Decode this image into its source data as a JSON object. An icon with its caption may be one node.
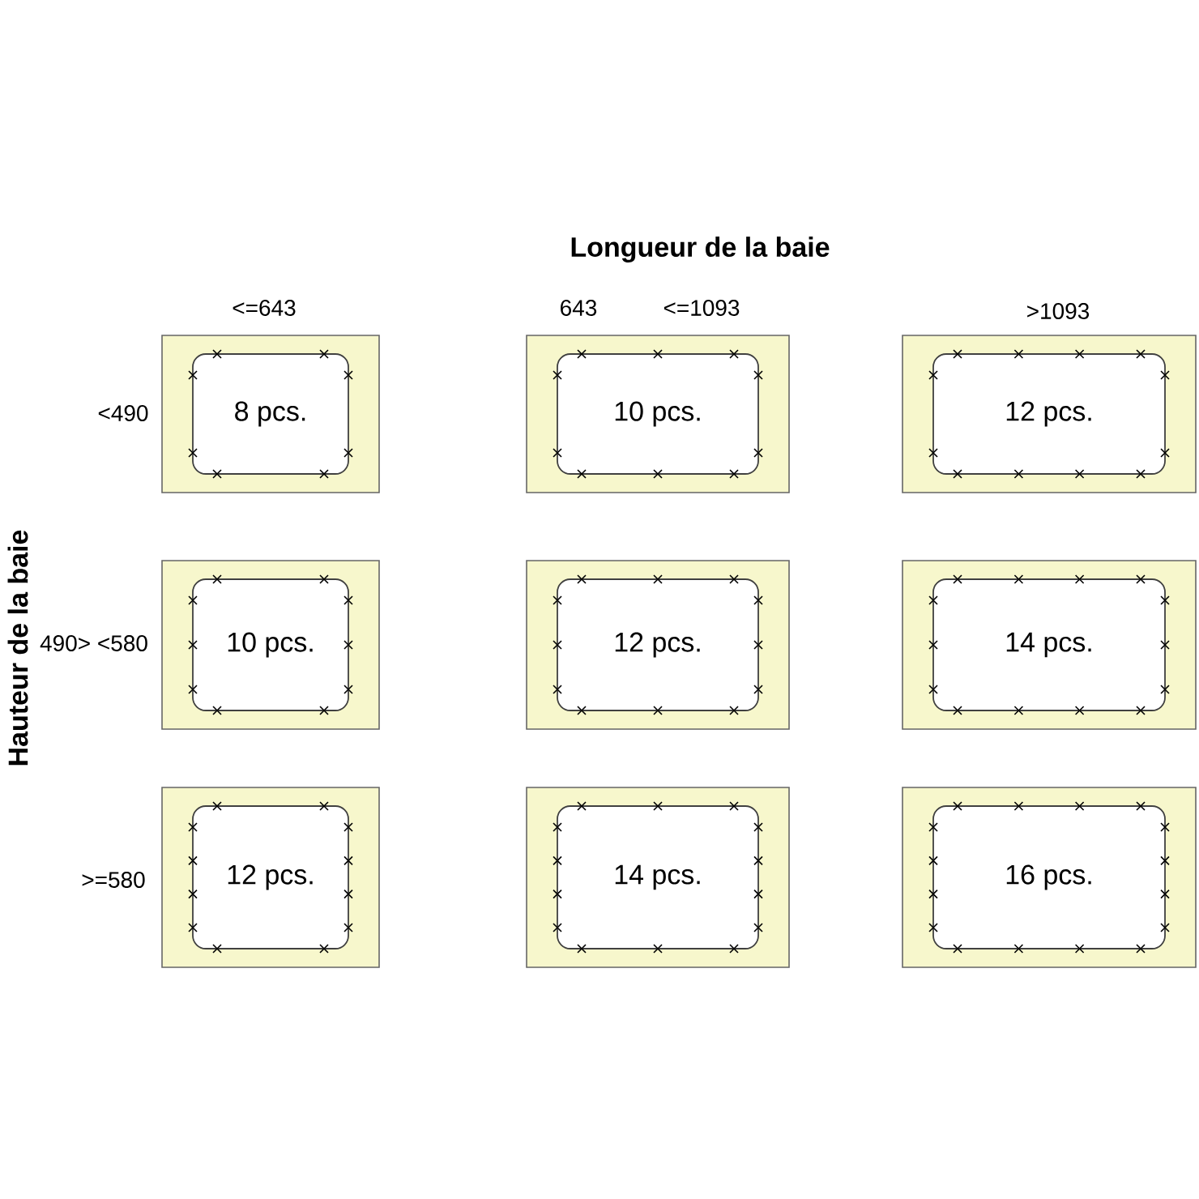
{
  "diagram": {
    "title": "Longueur de la baie",
    "nodes": [
      {
        "text": [
          "8 pcs."
        ]
      },
      {
        "text": [
          "10 pcs."
        ]
      },
      {
        "text": [
          "12 pcs."
        ]
      },
      {
        "text": [
          "10 pcs."
        ]
      },
      {
        "text": [
          "12 pcs."
        ]
      },
      {
        "text": [
          "14 pcs."
        ]
      },
      {
        "text": [
          "12 pcs."
        ]
      },
      {
        "text": [
          "14 pcs."
        ]
      },
      {
        "text": [
          "16 pcs."
        ]
      }
    ],
    "labels": [
      "<=643",
      "643",
      "<=1093",
      ">1093",
      "<490",
      "Hauteur de la baie",
      "490> <580",
      ">=580"
    ]
  }
}
